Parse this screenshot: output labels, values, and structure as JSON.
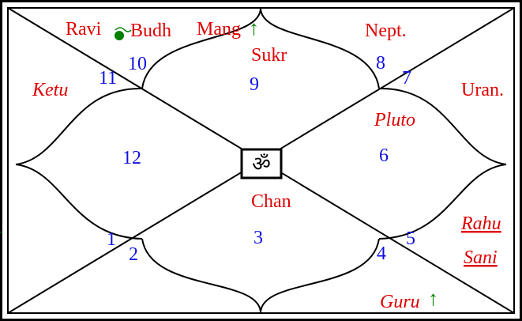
{
  "chart": {
    "center_symbol": "ॐ",
    "house_numbers": {
      "h1": "1",
      "h2": "2",
      "h3": "3",
      "h4": "4",
      "h5": "5",
      "h6": "6",
      "h7": "7",
      "h8": "8",
      "h9": "9",
      "h10": "10",
      "h11": "11",
      "h12": "12"
    },
    "planets": {
      "ravi": "Ravi",
      "budh": "Budh",
      "mang": "Mang",
      "sukr": "Sukr",
      "nept": "Nept.",
      "ketu": "Ketu",
      "uran": "Uran.",
      "pluto": "Pluto",
      "chan": "Chan",
      "rahu": "Rahu",
      "sani": "Sani",
      "guru": "Guru"
    },
    "markers": {
      "mang_arrow": "↑",
      "guru_arrow": "↑",
      "budh_combust": "combust-icon",
      "left_arrow": "↑"
    },
    "colors": {
      "planet": "#e00000",
      "house_number": "#1010e0",
      "marker": "#008000",
      "lines": "#000000"
    }
  }
}
